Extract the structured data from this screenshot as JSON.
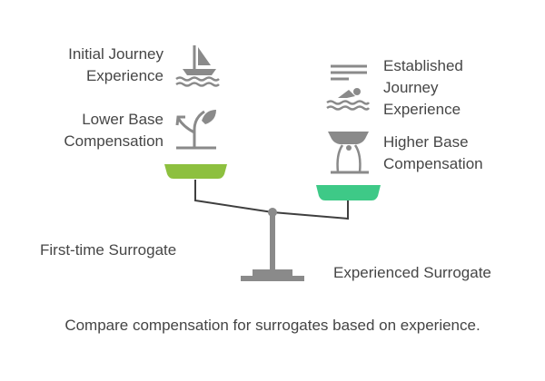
{
  "left_side": {
    "top_label": [
      "Initial Journey",
      "Experience"
    ],
    "bottom_label": [
      "Lower Base",
      "Compensation"
    ],
    "role": "First-time Surrogate",
    "pan_color": "#8dc03f"
  },
  "right_side": {
    "top_label": [
      "Established",
      "Journey",
      "Experience"
    ],
    "bottom_label": [
      "Higher Base",
      "Compensation"
    ],
    "role": "Experienced Surrogate",
    "pan_color": "#3ec987"
  },
  "caption": "Compare compensation for surrogates based on experience.",
  "icons": {
    "initial": "sailboat-icon",
    "lower": "sprout-icon",
    "established": "swimmer-icon",
    "higher": "fountain-icon"
  },
  "colors": {
    "scale": "#8a8a8a",
    "beam": "#3f3f3f",
    "text": "#464646"
  }
}
